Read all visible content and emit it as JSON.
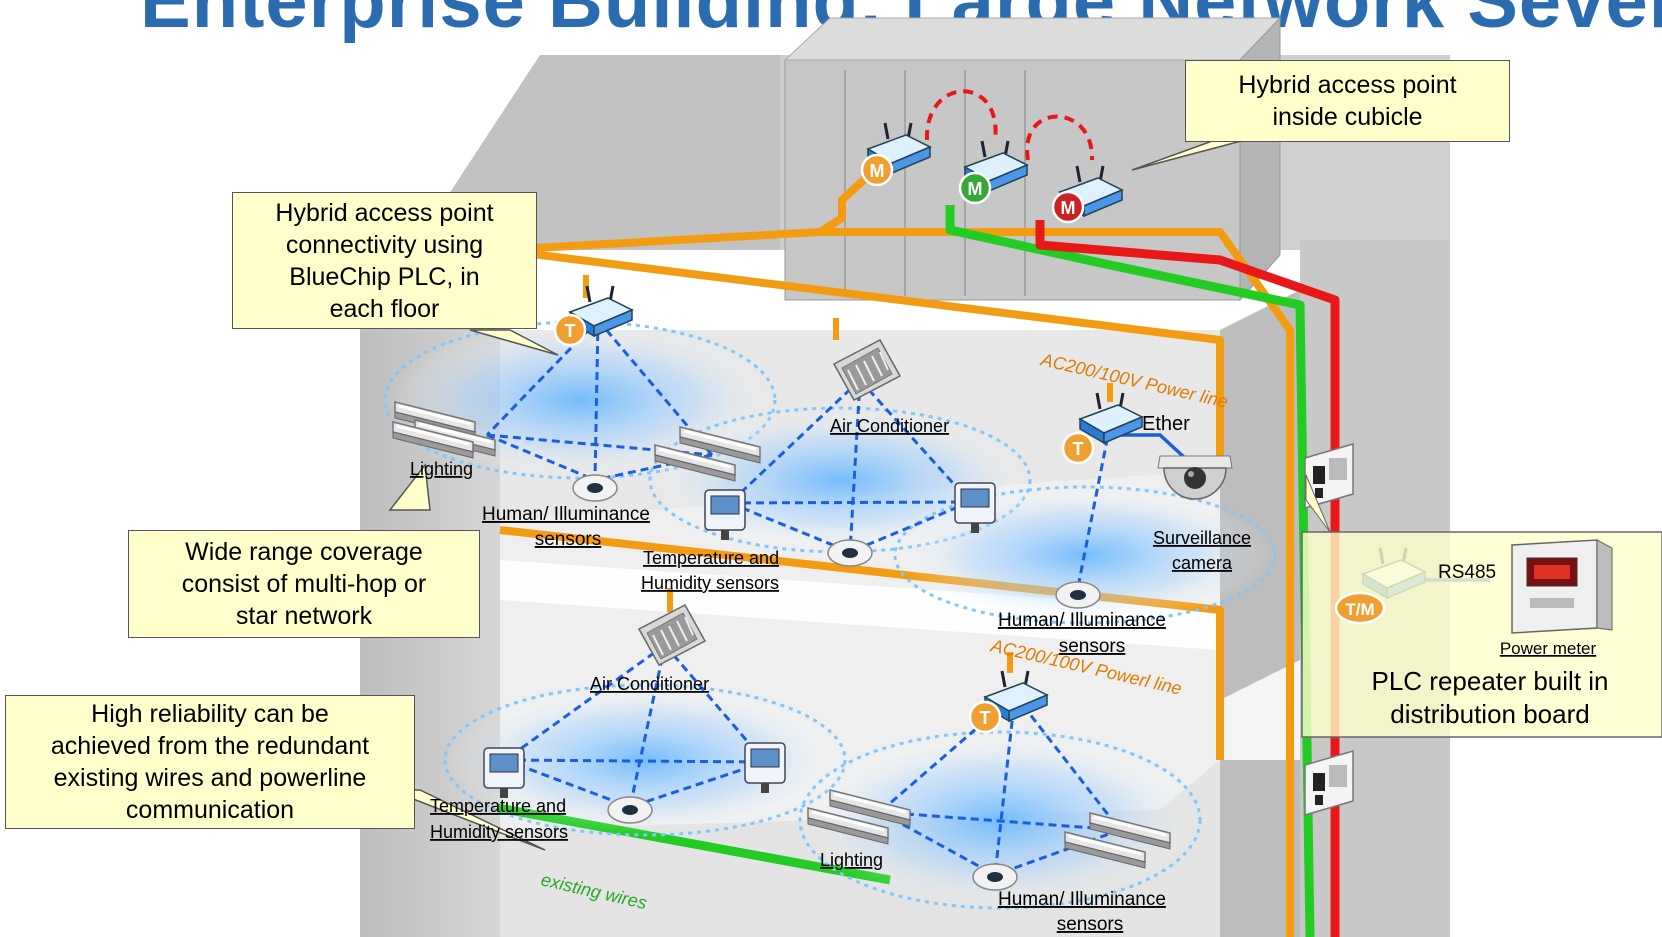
{
  "title": "Enterprise Building, Large Network Sevelal",
  "callouts": {
    "cubicle_ap": "Hybrid access point\ninside cubicle",
    "floor_ap": "Hybrid access point\nconnectivity using\nBlueChip PLC, in\neach floor",
    "coverage": "Wide range coverage\nconsist of multi-hop or\nstar network",
    "reliability": "High reliability can be\nachieved from the redundant\nexisting wires and powerline\ncommunication",
    "repeater": "PLC repeater built in\ndistribution board"
  },
  "badges": {
    "m": "M",
    "t": "T",
    "tm": "T/M"
  },
  "floor1": {
    "lighting": "Lighting",
    "air_conditioner": "Air Conditioner",
    "human_sensors_a": "Human/ Illuminance",
    "human_sensors_b": "sensors",
    "temp_a": "Temperature and",
    "temp_b": "Humidity sensors",
    "ether": "Ether",
    "camera_a": "Surveillance",
    "camera_b": "camera",
    "human2_a": "Human/ Illuminance",
    "human2_b": "sensors",
    "power_line": "AC200/100V Power line"
  },
  "floor2": {
    "air_conditioner": "Air Conditioner",
    "temp_a": "Temperature and",
    "temp_b": "Humidity sensors",
    "lighting": "Lighting",
    "human_a": "Human/ Illuminance",
    "human_b": "sensors",
    "power_line": "AC200/100V Powerl line",
    "existing_wires": "existing wires"
  },
  "distribution": {
    "rs485": "RS485",
    "power_meter": "Power meter"
  },
  "colors": {
    "title": "#2b6cb0",
    "orange": "#f39c12",
    "green": "#22cc22",
    "red": "#e81818",
    "callout_bg": "#ffffcc",
    "dashed_link": "#1a5ee0",
    "badge_orange": "#f0a030",
    "badge_green": "#33aa33",
    "badge_red": "#cc2222"
  },
  "icons": [
    "access-point-icon",
    "air-conditioner-icon",
    "lighting-fixture-icon",
    "sensor-icon",
    "temperature-humidity-sensor-icon",
    "surveillance-camera-icon",
    "power-meter-icon",
    "distribution-board-icon"
  ]
}
